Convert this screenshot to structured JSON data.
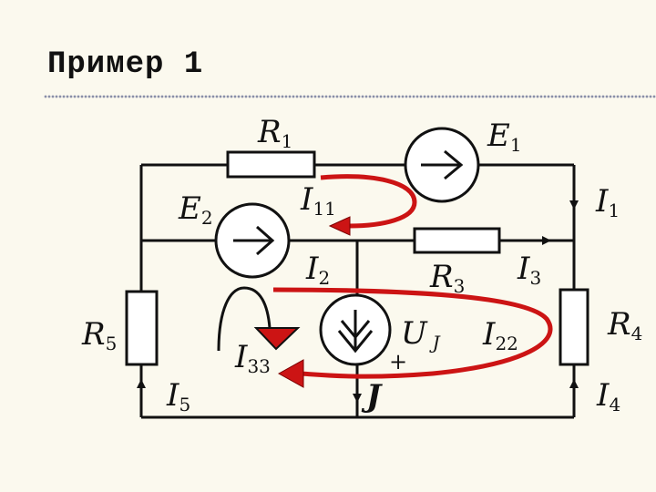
{
  "slide": {
    "title": "Пример 1"
  },
  "circuit": {
    "resistors": [
      {
        "name": "R",
        "sub": "1"
      },
      {
        "name": "R",
        "sub": "3"
      },
      {
        "name": "R",
        "sub": "4"
      },
      {
        "name": "R",
        "sub": "5"
      }
    ],
    "sources": [
      {
        "name": "E",
        "sub": "1"
      },
      {
        "name": "E",
        "sub": "2"
      }
    ],
    "current_source": {
      "name": "J",
      "voltage_name": "U",
      "voltage_sub": "J",
      "plus": "+"
    },
    "branch_currents": [
      {
        "name": "I",
        "sub": "1"
      },
      {
        "name": "I",
        "sub": "2"
      },
      {
        "name": "I",
        "sub": "3"
      },
      {
        "name": "I",
        "sub": "4"
      },
      {
        "name": "I",
        "sub": "5"
      }
    ],
    "loop_currents": [
      {
        "name": "I",
        "sub": "11"
      },
      {
        "name": "I",
        "sub": "22"
      },
      {
        "name": "I",
        "sub": "33"
      }
    ],
    "colors": {
      "wire": "#111111",
      "loop": "#cc1414",
      "element_fill": "#ffffff",
      "background": "#fbf9ee"
    }
  }
}
